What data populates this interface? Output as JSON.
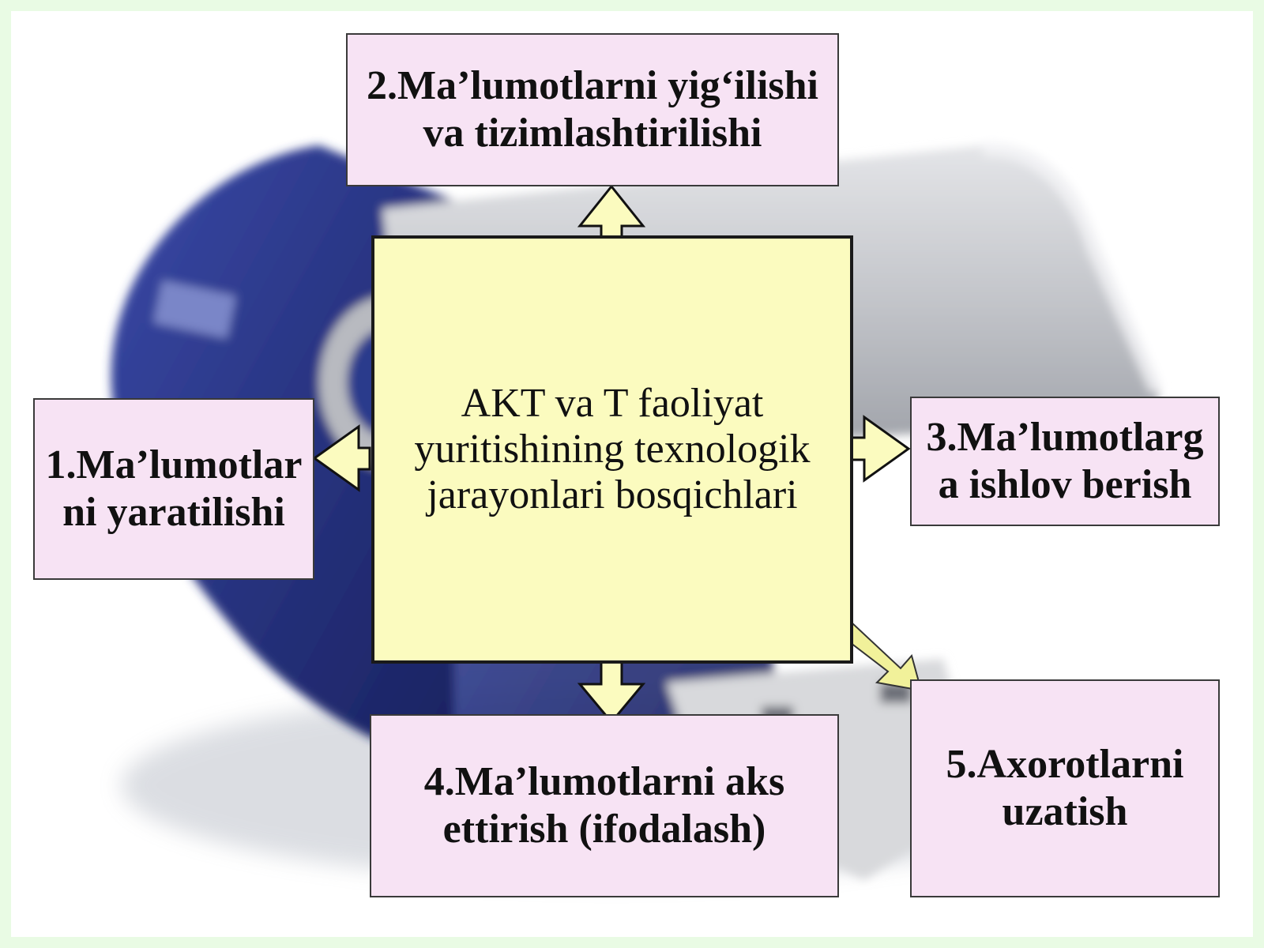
{
  "center": {
    "text": "AKT va T faoliyat\nyuritishining texnologik\njarayonlari bosqichlari"
  },
  "stages": [
    {
      "id": "stage-1",
      "text": "1.Ma’lumotlar\nni yaratilishi"
    },
    {
      "id": "stage-2",
      "text": "2.Ma’lumotlarni yig‘ilishi\nva tizimlashtirilishi"
    },
    {
      "id": "stage-3",
      "text": "3.Ma’lumotlarg\na ishlov berish"
    },
    {
      "id": "stage-4",
      "text": "4.Ma’lumotlarni aks\nettirish (ifodalash)"
    },
    {
      "id": "stage-5",
      "text": "5.Axorotlarni\nuzatish"
    }
  ],
  "colors": {
    "center_fill": "#fbfbbf",
    "stage_fill": "#f7e3f4",
    "arrow_fill": "#fbfbbf",
    "diagonal_arrow_fill": "#f1f19a",
    "usb_blue": "#2a3a8c",
    "usb_metal": "#c9cbd0"
  }
}
